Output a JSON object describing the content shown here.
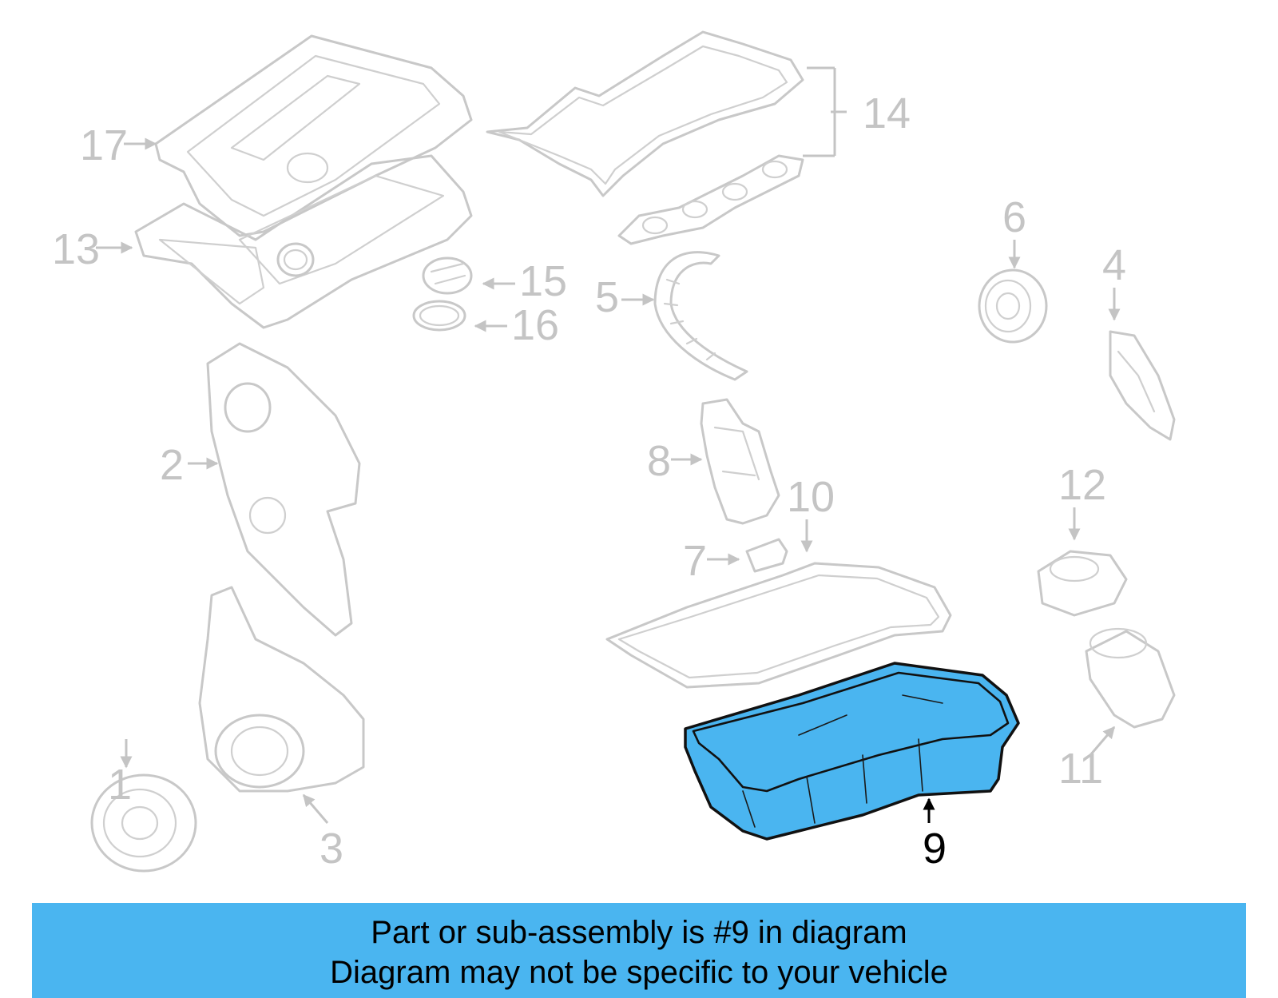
{
  "diagram": {
    "highlighted_callout": "9",
    "callouts": [
      "1",
      "2",
      "3",
      "4",
      "5",
      "6",
      "7",
      "8",
      "9",
      "10",
      "11",
      "12",
      "13",
      "14",
      "15",
      "16",
      "17"
    ],
    "colors": {
      "highlight_fill": "#4ab5f0",
      "faded_line": "#c8c8c8",
      "highlight_line": "#111111"
    }
  },
  "banner": {
    "line1": "Part or sub-assembly is #9 in diagram",
    "line2": "Diagram may not be specific to your vehicle"
  }
}
